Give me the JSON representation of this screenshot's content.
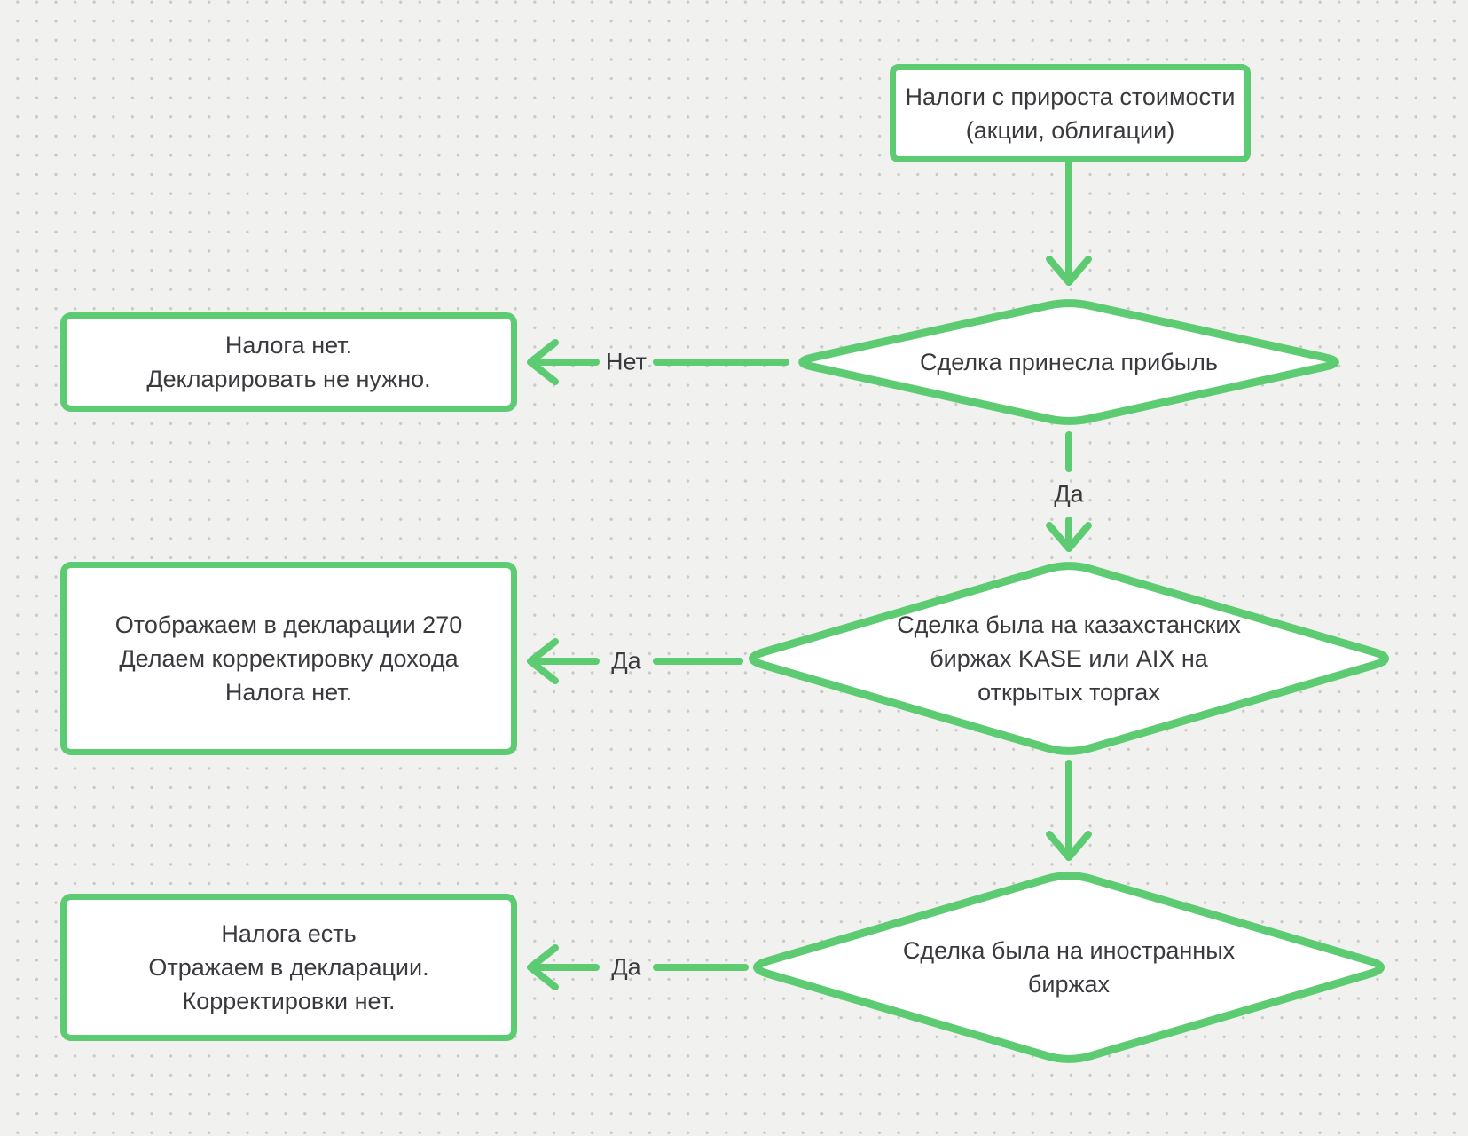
{
  "canvas": {
    "background": "#f1f1ef",
    "dot_color": "#c9c9c7",
    "accent_green": "#5dcb72",
    "text_color": "#3a3a3e"
  },
  "start": {
    "label": "Налоги с прироста стоимости\n(акции, облигации)"
  },
  "decisions": [
    {
      "label": "Сделка принесла прибыль"
    },
    {
      "label": "Сделка была на казахстанских\nбиржах KASE или AIX на\nоткрытых торгах"
    },
    {
      "label": "Сделка была на иностранных\nбиржах"
    }
  ],
  "outcomes": [
    {
      "label": "Налога нет.\nДекларировать не нужно."
    },
    {
      "label": "Отображаем в декларации 270\nДелаем корректировку дохода\nНалога нет."
    },
    {
      "label": "Налога есть\nОтражаем в декларации.\nКорректировки нет."
    }
  ],
  "edges": [
    {
      "label": "Нет"
    },
    {
      "label": "Да"
    },
    {
      "label": "Да"
    },
    {
      "label": "Да"
    }
  ]
}
